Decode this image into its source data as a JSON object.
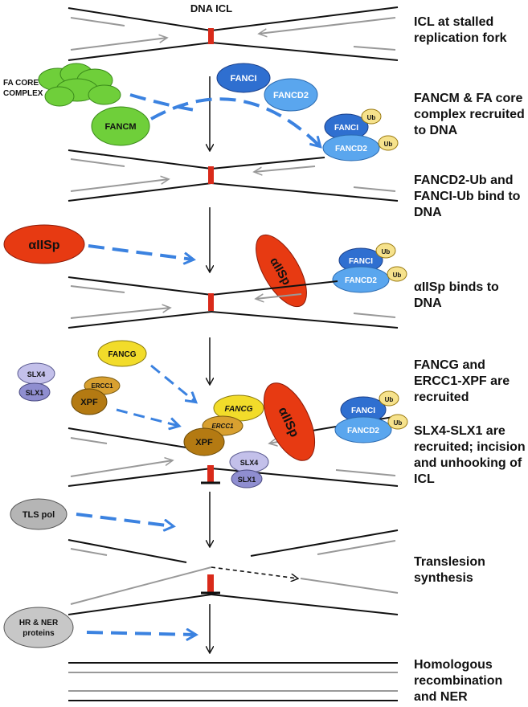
{
  "title": "DNA ICL",
  "steps": [
    "ICL at stalled replication fork",
    "FANCM & FA core complex recruited to DNA",
    "FANCD2-Ub and FANCI-Ub bind to DNA",
    "αIISp binds to DNA",
    "FANCG and ERCC1-XPF are recruited",
    "SLX4-SLX1 are recruited; incision and unhooking of ICL",
    "Translesion synthesis",
    "Homologous recombination and NER"
  ],
  "proteins": {
    "fa_core_line1": "FA CORE",
    "fa_core_line2": "COMPLEX",
    "fancm": "FANCM",
    "fanci": "FANCI",
    "fancd2": "FANCD2",
    "ub": "Ub",
    "alpha_iisp": "αIISp",
    "fancg": "FANCG",
    "ercc1": "ERCC1",
    "xpf": "XPF",
    "slx4": "SLX4",
    "slx1": "SLX1",
    "tls_pol": "TLS pol",
    "hr_ner_line1": "HR & NER",
    "hr_ner_line2": "proteins"
  },
  "colors": {
    "arrow_blue": "#3b82e0",
    "icl_red": "#d92a1a",
    "green": "#6fcf3a",
    "blue": "#2f7fd6",
    "yellow": "#f2dc2a",
    "brown": "#c88a1c",
    "lavender": "#c3c0ea",
    "grey": "#b5b5b5"
  }
}
